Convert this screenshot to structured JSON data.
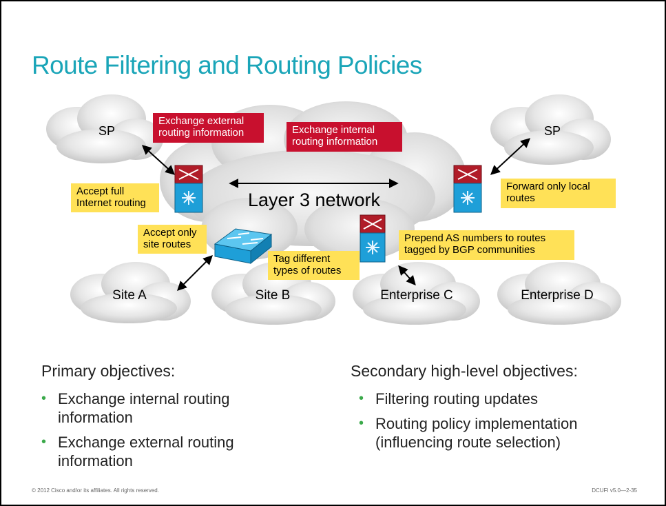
{
  "title": "Route Filtering and Routing Policies",
  "diagram": {
    "clouds": {
      "sp_left": "SP",
      "sp_right": "SP",
      "center": "Layer 3 network",
      "site_a": "Site A",
      "site_b": "Site B",
      "enterprise_c": "Enterprise C",
      "enterprise_d": "Enterprise D"
    },
    "callouts": {
      "exchange_external": [
        "Exchange external",
        "routing information"
      ],
      "exchange_internal": [
        "Exchange internal",
        "routing information"
      ],
      "accept_full": [
        "Accept full",
        "Internet routing"
      ],
      "accept_only": [
        "Accept only",
        "site routes"
      ],
      "tag_different": [
        "Tag different",
        "types of routes"
      ],
      "forward_only": [
        "Forward only local",
        "routes"
      ],
      "prepend_as": [
        "Prepend AS numbers to routes",
        "tagged by BGP communities"
      ]
    },
    "colors": {
      "callout_red": "#c8102e",
      "callout_yellow": "#ffe157",
      "router_red": "#b01c28",
      "router_blue": "#1e9fd8"
    }
  },
  "primary": {
    "heading": "Primary objectives:",
    "items": [
      [
        "Exchange internal routing",
        "information"
      ],
      [
        "Exchange external routing",
        "information"
      ]
    ]
  },
  "secondary": {
    "heading": "Secondary high-level objectives:",
    "items": [
      [
        "Filtering routing updates"
      ],
      [
        "Routing policy implementation",
        "(influencing route selection)"
      ]
    ]
  },
  "footer": {
    "copyright": "© 2012 Cisco and/or its affiliates. All rights reserved.",
    "course": "DCUFI v5.0—2-35"
  },
  "accent_color": "#1aa5b8"
}
